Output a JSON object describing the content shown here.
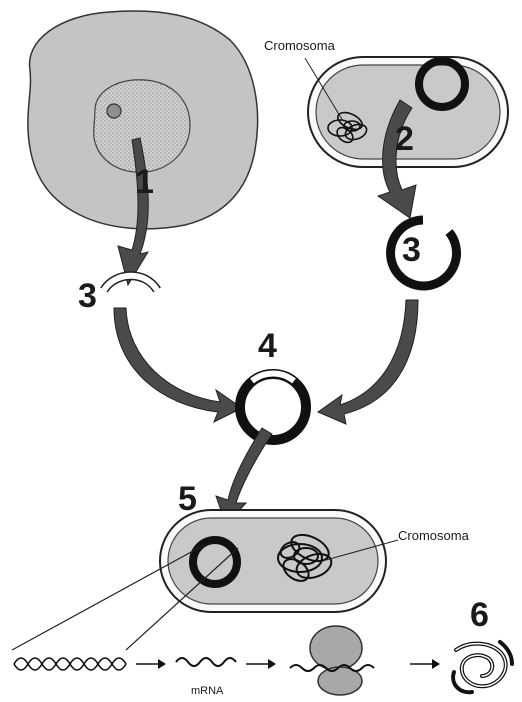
{
  "labels": {
    "chromosome_top": "Cromosoma",
    "chromosome_bottom": "Cromosoma",
    "mrna": "mRNA"
  },
  "steps": {
    "s1": "1",
    "s2": "2",
    "s3_left": "3",
    "s3_right": "3",
    "s4": "4",
    "s5": "5",
    "s6": "6"
  },
  "colors": {
    "cell_fill": "#bdbdbd",
    "nucleus_fill": "#d9d9d9",
    "arrow_fill": "#4a4a4a",
    "ink": "#111111"
  }
}
